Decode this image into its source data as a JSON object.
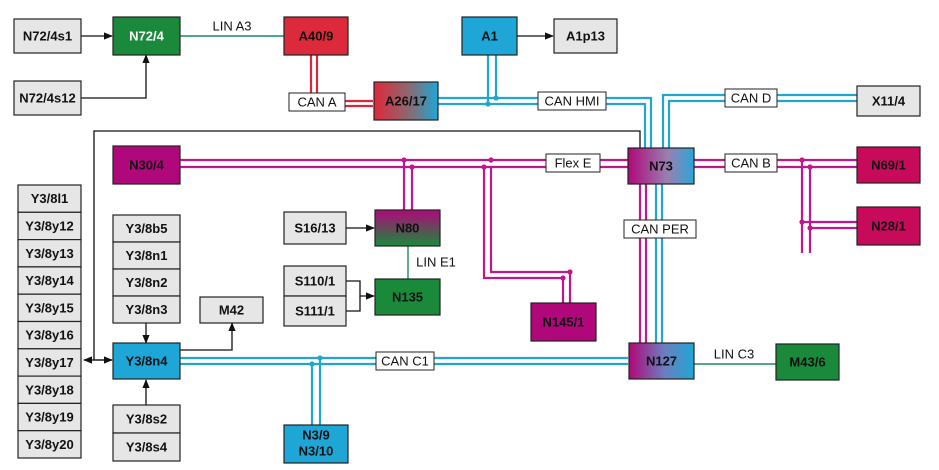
{
  "colors": {
    "gray": "#e6e6e6",
    "green": "#1a8a3a",
    "red": "#dc2a3a",
    "blue": "#1ea6d6",
    "magenta": "#b0087a",
    "cyan_bus": "#22a6d0",
    "red_bus": "#d8283a",
    "magenta_bus": "#c0188a",
    "green_line": "#1a8a5a",
    "black_line": "#111111"
  },
  "nodes": {
    "n72_4s1": "N72/4s1",
    "n72_4": "N72/4",
    "n72_4s12": "N72/4s12",
    "a40_9": "A40/9",
    "a1": "A1",
    "a1p13": "A1p13",
    "a26_17": "A26/17",
    "x11_4": "X11/4",
    "n30_4": "N30/4",
    "n73": "N73",
    "n69_1": "N69/1",
    "n28_1": "N28/1",
    "s16_13": "S16/13",
    "n80": "N80",
    "s110_1": "S110/1",
    "s111_1": "S111/1",
    "n135": "N135",
    "n145_1": "N145/1",
    "m42": "M42",
    "y3_8n4": "Y3/8n4",
    "n127": "N127",
    "m43_6": "M43/6",
    "n3_9": "N3/9",
    "n3_10": "N3/10",
    "y3_8s2": "Y3/8s2",
    "y3_8s4": "Y3/8s4"
  },
  "y3_8_middle_stack": [
    "Y3/8b5",
    "Y3/8n1",
    "Y3/8n2",
    "Y3/8n3"
  ],
  "y3_8_left_stack": [
    "Y3/8l1",
    "Y3/8y12",
    "Y3/8y13",
    "Y3/8y14",
    "Y3/8y15",
    "Y3/8y16",
    "Y3/8y17",
    "Y3/8y18",
    "Y3/8y19",
    "Y3/8y20"
  ],
  "buses": {
    "lin_a3": "LIN A3",
    "can_a": "CAN A",
    "can_hmi": "CAN HMI",
    "can_d": "CAN D",
    "flex_e": "Flex E",
    "can_b": "CAN B",
    "can_per": "CAN PER",
    "lin_e1": "LIN E1",
    "can_c1": "CAN C1",
    "lin_c3": "LIN C3"
  }
}
